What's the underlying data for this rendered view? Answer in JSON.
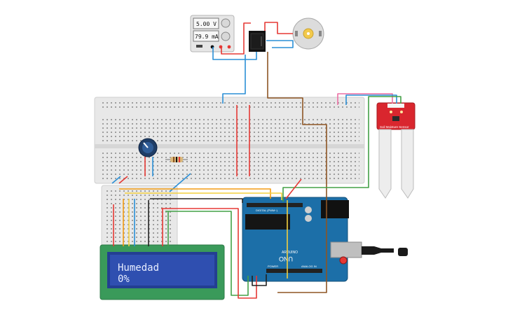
{
  "power_supply": {
    "voltage": "5.00 V",
    "current": "79.9 mA"
  },
  "lcd": {
    "line1": "Humedad",
    "line2": "0%"
  },
  "arduino": {
    "brand": "ARDUINO",
    "model": "UNO",
    "digital_label": "DIGITAL (PWM~)",
    "power_label": "POWER",
    "analog_label": "ANALOG IN"
  },
  "sensor": {
    "label": "Soil Moisture Sensor"
  },
  "colors": {
    "wire_red": "#e53935",
    "wire_blue": "#2a8fd6",
    "wire_brown": "#8d5524",
    "wire_green": "#43a047",
    "wire_orange": "#f39c12",
    "wire_yellow": "#f4d03f",
    "wire_black": "#222222",
    "wire_pink": "#ec6fa4",
    "arduino_blue": "#1c6fa8",
    "lcd_green": "#3a9a5a",
    "lcd_screen": "#2f4fb0",
    "sensor_red": "#d9262e"
  }
}
